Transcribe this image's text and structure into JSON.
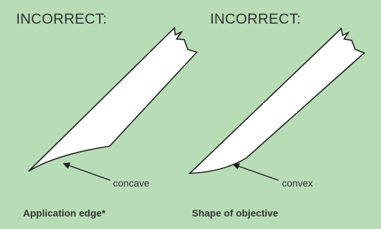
{
  "panels": [
    {
      "heading": "INCORRECT:",
      "annotation": "concave",
      "caption": "Application edge*",
      "edge_shape": "concave"
    },
    {
      "heading": "INCORRECT:",
      "annotation": "convex",
      "caption": "Shape of objective",
      "edge_shape": "convex"
    }
  ],
  "colors": {
    "background": "#b7dcb6",
    "blade_fill": "#ffffff",
    "outline": "#1a1a1a",
    "text": "#333333"
  }
}
